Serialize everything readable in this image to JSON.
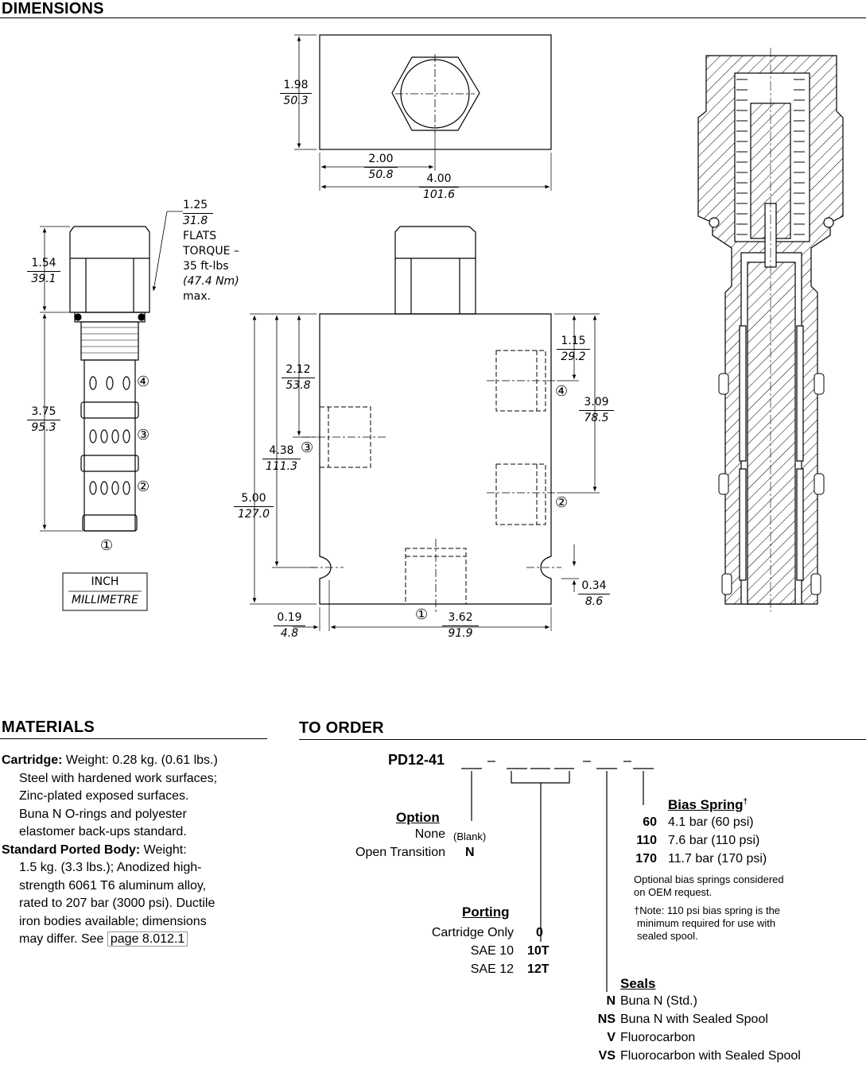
{
  "dimensions": {
    "title": "DIMENSIONS",
    "top_view": {
      "height_in": "1.98",
      "height_mm": "50.3",
      "half_in": "2.00",
      "half_mm": "50.8",
      "width_in": "4.00",
      "width_mm": "101.6"
    },
    "cartridge": {
      "flats_in": "1.25",
      "flats_mm": "31.8",
      "note_lines": [
        "FLATS",
        "TORQUE –",
        "35 ft-lbs",
        "(47.4 Nm)",
        "max."
      ],
      "hex_in": "1.54",
      "hex_mm": "39.1",
      "length_in": "3.75",
      "length_mm": "95.3",
      "ports": [
        "④",
        "③",
        "②",
        "①"
      ]
    },
    "legend": {
      "inch": "INCH",
      "mm": "MILLIMETRE"
    },
    "body": {
      "d1_in": "2.12",
      "d1_mm": "53.8",
      "d2_in": "4.38",
      "d2_mm": "111.3",
      "d3_in": "5.00",
      "d3_mm": "127.0",
      "d4_in": "1.15",
      "d4_mm": "29.2",
      "d5_in": "3.09",
      "d5_mm": "78.5",
      "d6_in": "0.34",
      "d6_mm": "8.6",
      "d7_in": "0.19",
      "d7_mm": "4.8",
      "d8_in": "3.62",
      "d8_mm": "91.9",
      "port1": "①",
      "port2": "②",
      "port3": "③",
      "port4": "④"
    }
  },
  "materials": {
    "title": "MATERIALS",
    "cartridge_label": "Cartridge:",
    "cartridge_lines": [
      " Weight: 0.28 kg. (0.61 lbs.)",
      "Steel with hardened work surfaces;",
      "Zinc-plated exposed surfaces.",
      "Buna N O-rings and polyester",
      "elastomer back-ups standard."
    ],
    "body_label": "Standard Ported Body:",
    "body_lines": [
      " Weight:",
      "1.5 kg. (3.3 lbs.); Anodized high-",
      "strength 6061 T6 aluminum alloy,",
      "rated to 207 bar (3000 psi). Ductile",
      "iron bodies available; dimensions",
      "may differ. See "
    ],
    "link": "page 8.012.1"
  },
  "to_order": {
    "title": "TO ORDER",
    "model": "PD12-41",
    "code_tail": "__ - __ __ __ - __ - __",
    "option": {
      "title": "Option",
      "rows": [
        {
          "label": "None",
          "code": "(Blank)"
        },
        {
          "label": "Open Transition",
          "code": "N"
        }
      ]
    },
    "porting": {
      "title": "Porting",
      "rows": [
        {
          "label": "Cartridge Only",
          "code": "0"
        },
        {
          "label": "SAE 10",
          "code": "10T"
        },
        {
          "label": "SAE 12",
          "code": "12T"
        }
      ]
    },
    "bias_spring": {
      "title": "Bias Spring",
      "dagger": "†",
      "rows": [
        {
          "code": "60",
          "label": "4.1 bar (60 psi)"
        },
        {
          "code": "110",
          "label": "7.6 bar (110 psi)"
        },
        {
          "code": "170",
          "label": "11.7 bar (170 psi)"
        }
      ],
      "note1": [
        "Optional bias springs considered",
        "on OEM request."
      ],
      "note2": [
        "†Note: 110 psi bias spring is the",
        "minimum required for use with",
        "sealed spool."
      ]
    },
    "seals": {
      "title": "Seals",
      "rows": [
        {
          "code": "N",
          "label": "Buna N (Std.)"
        },
        {
          "code": "NS",
          "label": "Buna N with Sealed Spool"
        },
        {
          "code": "V",
          "label": "Fluorocarbon"
        },
        {
          "code": "VS",
          "label": "Fluorocarbon with Sealed Spool"
        }
      ]
    }
  }
}
